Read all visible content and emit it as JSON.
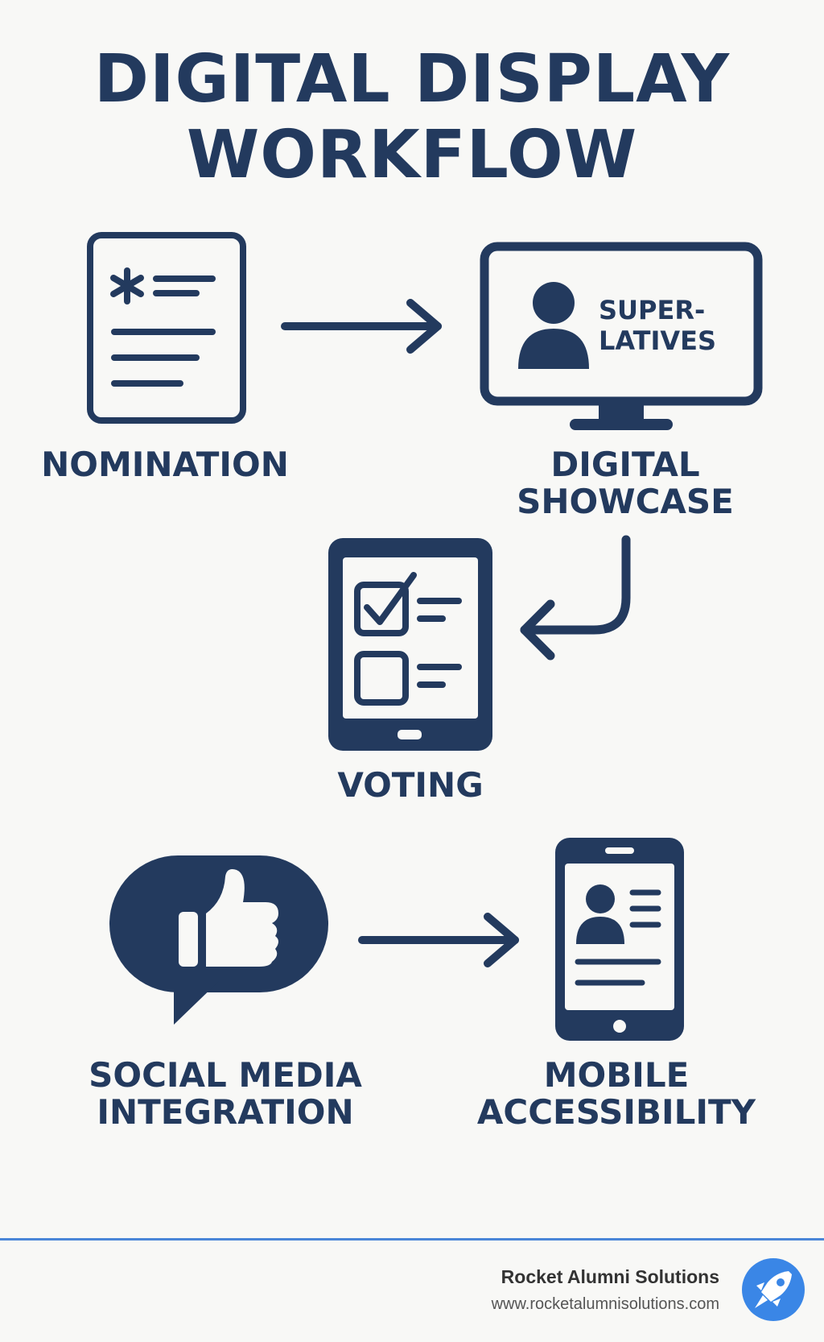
{
  "title": {
    "line1": "DIGITAL DISPLAY",
    "line2": "WORKFLOW"
  },
  "steps": {
    "nomination": {
      "label": "NOMINATION",
      "icon": "nomination-form-icon"
    },
    "showcase": {
      "line1": "DIGITAL",
      "line2": "SHOWCASE",
      "icon": "monitor-icon",
      "screen_line1": "SUPER-",
      "screen_line2": "LATIVES"
    },
    "voting": {
      "label": "VOTING",
      "icon": "tablet-checklist-icon"
    },
    "social": {
      "line1": "SOCIAL MEDIA",
      "line2": "INTEGRATION",
      "icon": "thumbs-up-bubble-icon"
    },
    "mobile": {
      "line1": "MOBILE",
      "line2": "ACCESSIBILITY",
      "icon": "smartphone-profile-icon"
    }
  },
  "footer": {
    "brand": "Rocket Alumni Solutions",
    "url": "www.rocketalumnisolutions.com",
    "logo_icon": "rocket-logo-icon"
  },
  "colors": {
    "ink": "#233a5e",
    "accent": "#4a86d8",
    "background": "#f8f8f6"
  }
}
